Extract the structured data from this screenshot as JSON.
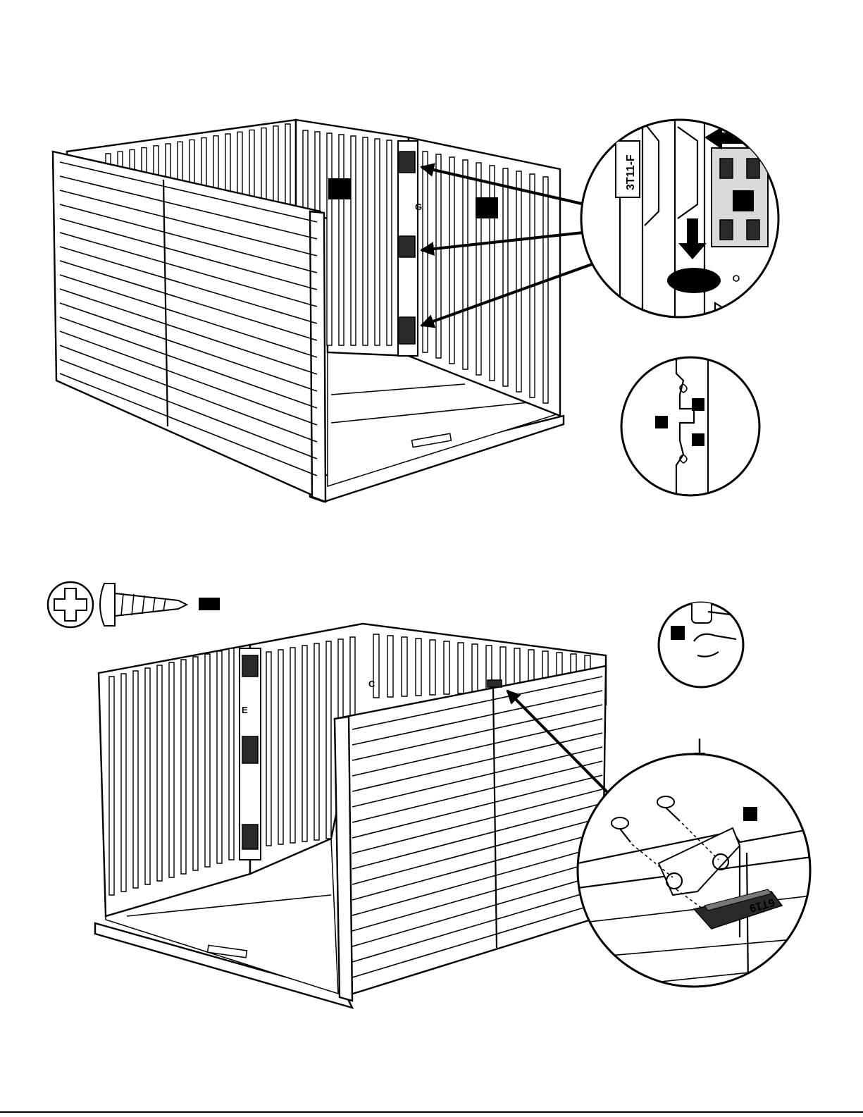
{
  "figure_1": {
    "panel_label_top": "3T11-F",
    "strip_letter": "G"
  },
  "figure_2": {
    "strip_letter_left": "E",
    "strip_letter_right": "C",
    "clip_label": "6T19"
  }
}
